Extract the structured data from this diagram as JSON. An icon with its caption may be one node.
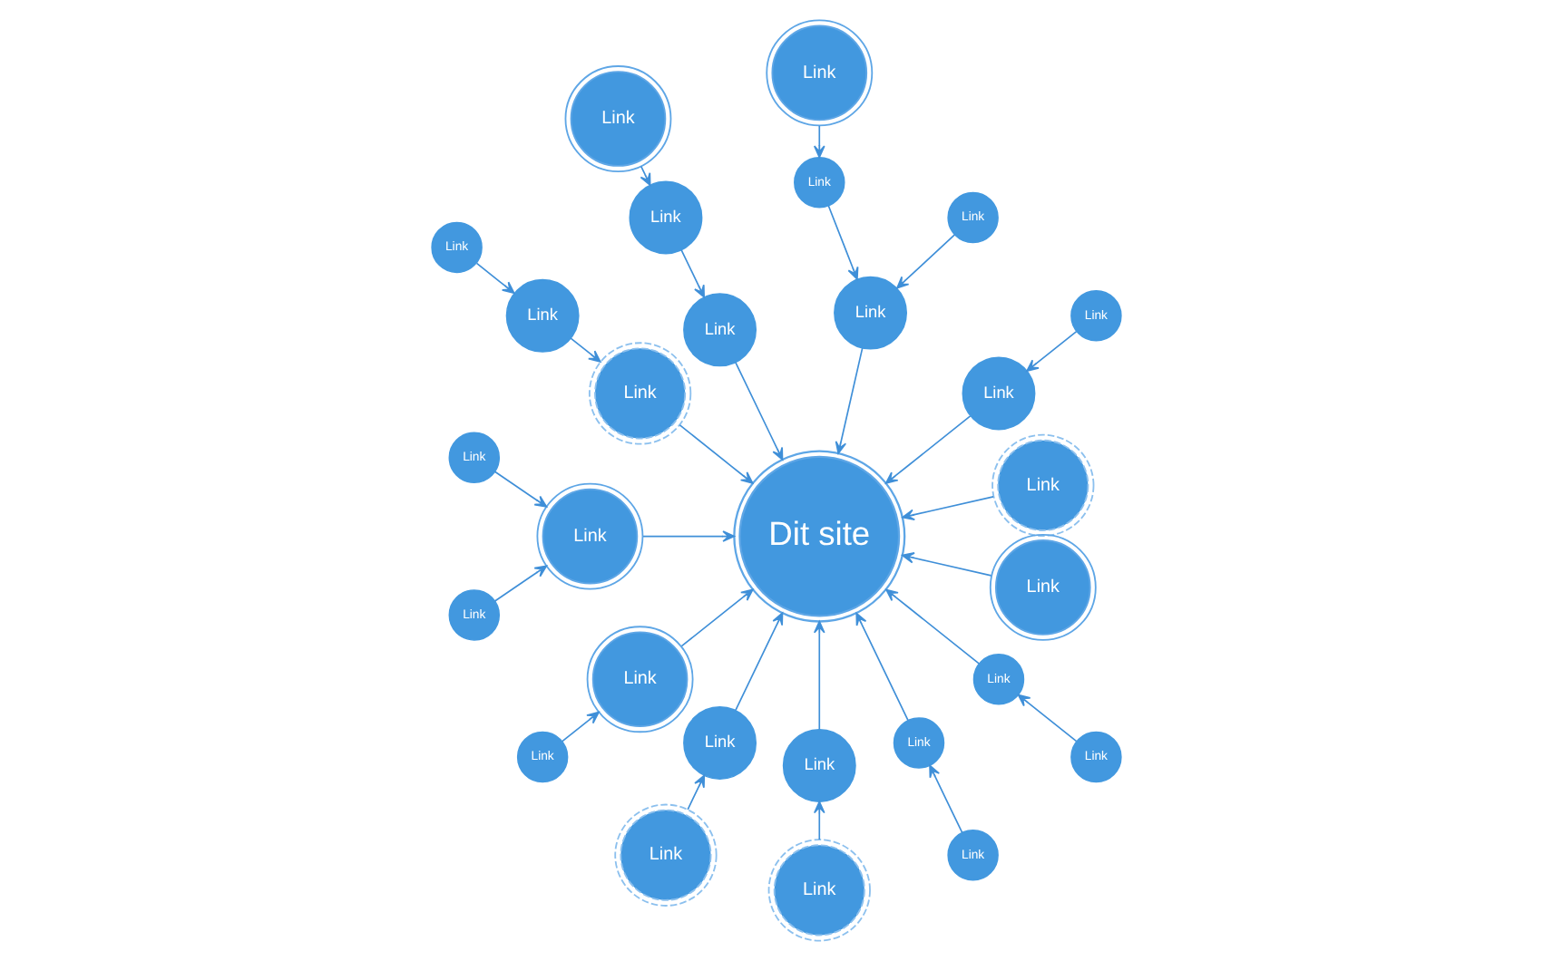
{
  "diagram": {
    "nodes": [
      {
        "text": [
          "Dit site"
        ]
      },
      {
        "text": [
          "Link"
        ]
      },
      {
        "text": [
          "Link"
        ]
      },
      {
        "text": [
          "Link"
        ]
      },
      {
        "text": [
          "Link"
        ]
      },
      {
        "text": [
          "Link"
        ]
      },
      {
        "text": [
          "Link"
        ]
      },
      {
        "text": [
          "Link"
        ]
      },
      {
        "text": [
          "Link"
        ]
      },
      {
        "text": [
          "Link"
        ]
      },
      {
        "text": [
          "Link"
        ]
      },
      {
        "text": [
          "Link"
        ]
      },
      {
        "text": [
          "Link"
        ]
      },
      {
        "text": [
          "Link"
        ]
      },
      {
        "text": [
          "Link"
        ]
      },
      {
        "text": [
          "Link"
        ]
      },
      {
        "text": [
          "Link"
        ]
      },
      {
        "text": [
          "Link"
        ]
      },
      {
        "text": [
          "Link"
        ]
      },
      {
        "text": [
          "Link"
        ]
      },
      {
        "text": [
          "Link"
        ]
      },
      {
        "text": [
          "Link"
        ]
      },
      {
        "text": [
          "Link"
        ]
      },
      {
        "text": [
          "Link"
        ]
      },
      {
        "text": [
          "Link"
        ]
      },
      {
        "text": [
          "Link"
        ]
      },
      {
        "text": [
          "Link"
        ]
      },
      {
        "text": [
          "Link"
        ]
      }
    ],
    "edges": [
      {
        "from": 3,
        "to": 6,
        "arrow": "to"
      },
      {
        "from": 6,
        "to": 12,
        "arrow": "to"
      },
      {
        "from": 12,
        "to": 0,
        "arrow": "to"
      },
      {
        "from": 9,
        "to": 10,
        "arrow": "to"
      },
      {
        "from": 10,
        "to": 14,
        "arrow": "to"
      },
      {
        "from": 14,
        "to": 0,
        "arrow": "to"
      },
      {
        "from": 13,
        "to": 15,
        "arrow": "to"
      },
      {
        "from": 17,
        "to": 15,
        "arrow": "to"
      },
      {
        "from": 15,
        "to": 0,
        "arrow": "to"
      },
      {
        "from": 22,
        "to": 18,
        "arrow": "to"
      },
      {
        "from": 18,
        "to": 0,
        "arrow": "to"
      },
      {
        "from": 27,
        "to": 25,
        "arrow": "to"
      },
      {
        "from": 25,
        "to": 0,
        "arrow": "to"
      },
      {
        "from": 2,
        "to": 0,
        "arrow": "to"
      },
      {
        "from": 1,
        "to": 7,
        "arrow": "to"
      },
      {
        "from": 7,
        "to": 0,
        "arrow": "to"
      },
      {
        "from": 4,
        "to": 11,
        "arrow": "to"
      },
      {
        "from": 8,
        "to": 11,
        "arrow": "to"
      },
      {
        "from": 5,
        "to": 8,
        "arrow": "to"
      },
      {
        "from": 11,
        "to": 0,
        "arrow": "to"
      },
      {
        "from": 16,
        "to": 0,
        "arrow": "to"
      },
      {
        "from": 19,
        "to": 16,
        "arrow": "to"
      },
      {
        "from": 20,
        "to": 0,
        "arrow": "to"
      },
      {
        "from": 24,
        "to": 20,
        "arrow": "to"
      },
      {
        "from": 21,
        "to": 0,
        "arrow": "to"
      },
      {
        "from": 23,
        "to": 21,
        "arrow": "to"
      },
      {
        "from": 26,
        "to": 0,
        "arrow": "to"
      }
    ]
  }
}
